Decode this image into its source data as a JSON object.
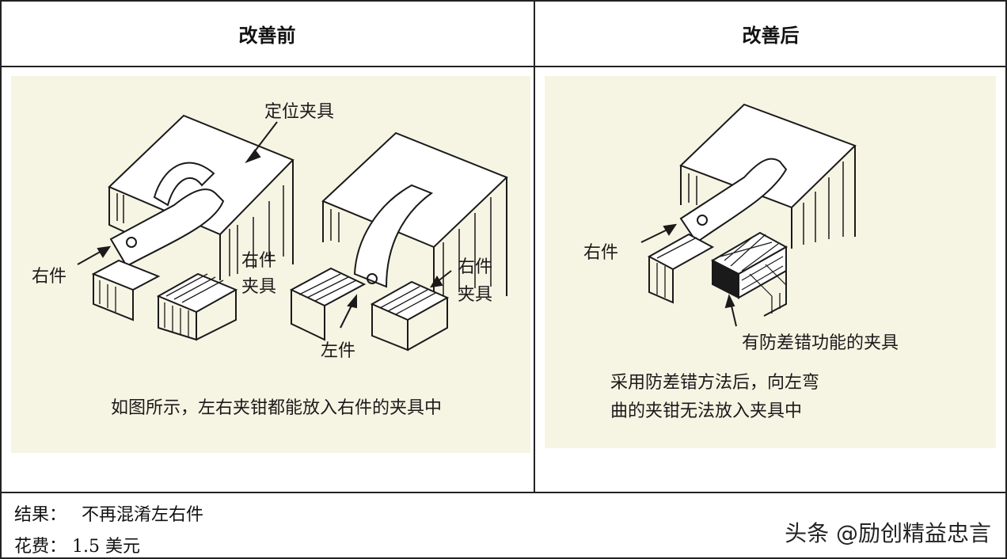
{
  "header": {
    "before_title": "改善前",
    "after_title": "改善后"
  },
  "before_panel": {
    "label_fixture": "定位夹具",
    "label_right_part": "右件",
    "label_right_fixture_1_line1": "右件",
    "label_right_fixture_1_line2": "夹具",
    "label_right_fixture_2_line1": "右件",
    "label_right_fixture_2_line2": "夹具",
    "label_left_part": "左件",
    "caption": "如图所示，左右夹钳都能放入右件的夹具中"
  },
  "after_panel": {
    "label_right_part": "右件",
    "label_poka_yoke_fixture": "有防差错功能的夹具",
    "caption_line1": "采用防差错方法后，向左弯",
    "caption_line2": "曲的夹钳无法放入夹具中"
  },
  "footer": {
    "result_label": "结果：",
    "result_value": "不再混淆左右件",
    "cost_label": "花费：",
    "cost_value": "1.5 美元",
    "watermark": "头条 @励创精益忠言"
  }
}
